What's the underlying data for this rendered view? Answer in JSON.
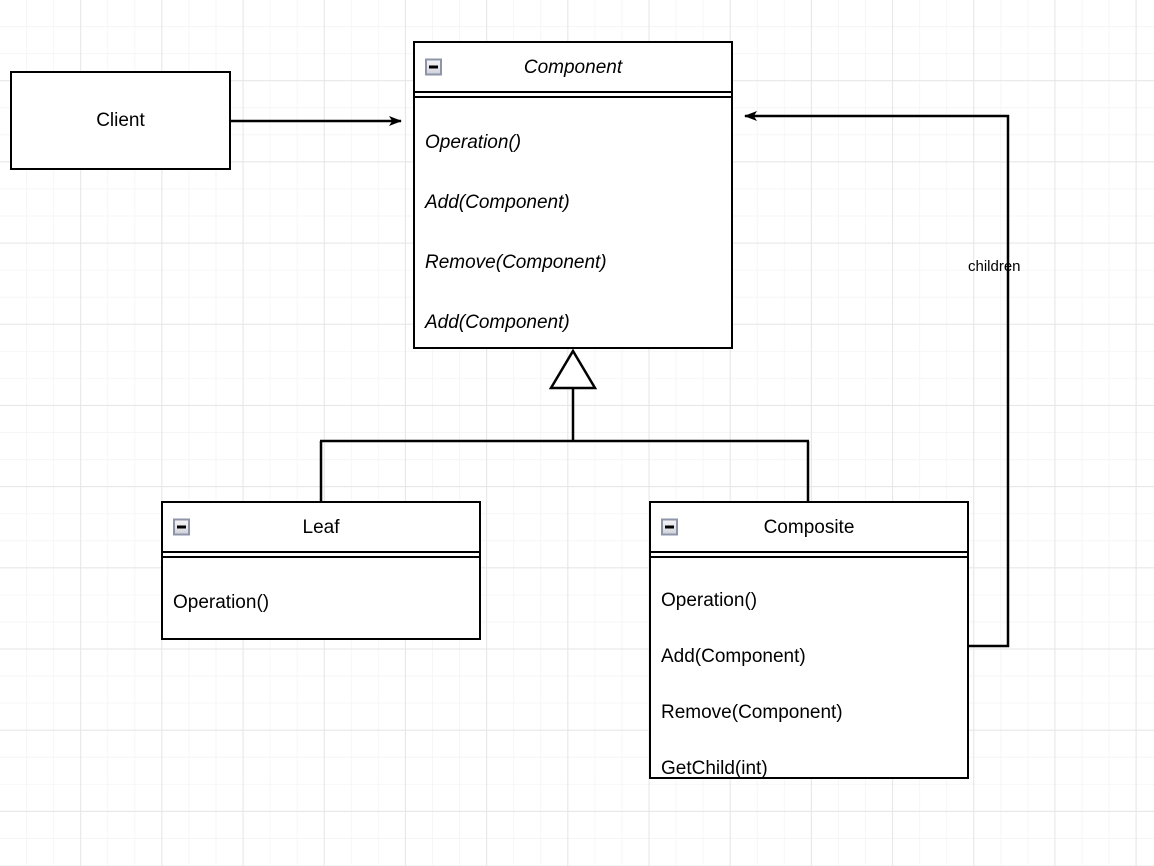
{
  "diagram": {
    "title": "Composite Pattern Class Diagram",
    "background": "#ffffff",
    "line_color": "#000000",
    "grid_minor_color": "#f6f6f6",
    "grid_major_color": "#e6e6e6"
  },
  "nodes": {
    "client": {
      "label": "Client",
      "type": "plain-box"
    },
    "component": {
      "title": "Component",
      "abstract": true,
      "collapse_icon": "collapse-minus-icon",
      "members": [
        "Operation()",
        "Add(Component)",
        "Remove(Component)",
        "Add(Component)"
      ]
    },
    "leaf": {
      "title": "Leaf",
      "abstract": false,
      "collapse_icon": "collapse-minus-icon",
      "members": [
        "Operation()"
      ]
    },
    "composite": {
      "title": "Composite",
      "abstract": false,
      "collapse_icon": "collapse-minus-icon",
      "members": [
        "Operation()",
        "Add(Component)",
        "Remove(Component)",
        "GetChild(int)"
      ]
    }
  },
  "edges": {
    "client_to_component": {
      "from": "client",
      "to": "component",
      "type": "association-directed",
      "arrow": "solid-filled"
    },
    "leaf_to_component": {
      "from": "leaf",
      "to": "component",
      "type": "generalization",
      "arrow": "hollow-triangle"
    },
    "composite_to_component": {
      "from": "composite",
      "to": "component",
      "type": "generalization",
      "arrow": "hollow-triangle"
    },
    "children": {
      "from": "composite",
      "to": "component",
      "type": "association-directed",
      "arrow": "solid-filled",
      "label": "children"
    }
  }
}
